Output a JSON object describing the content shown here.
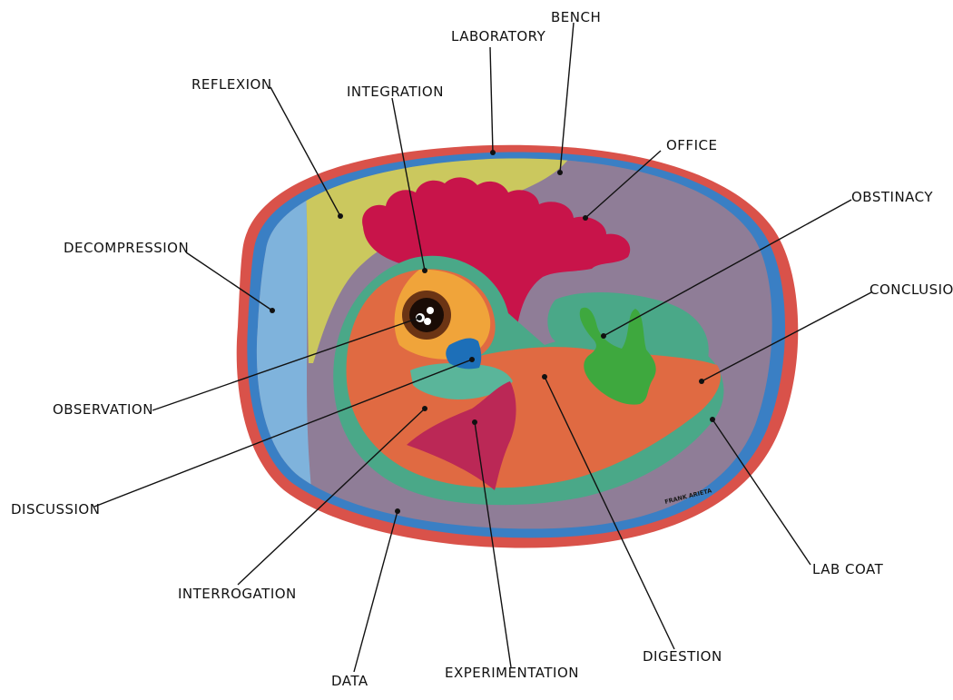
{
  "labels": {
    "laboratory": "LABORATORY",
    "bench": "BENCH",
    "reflexion": "REFLEXION",
    "integration": "INTEGRATION",
    "office": "OFFICE",
    "obstinacy": "OBSTINACY",
    "decompression": "DECOMPRESSION",
    "conclusion": "CONCLUSION",
    "observation": "OBSERVATION",
    "discussion": "DISCUSSION",
    "lab_coat": "LAB COAT",
    "interrogation": "INTERROGATION",
    "data": "DATA",
    "experimentation": "EXPERIMENTATION",
    "digestion": "DIGESTION"
  },
  "signature": "FRANK ARIETA",
  "colors": {
    "shell_outer": "#d9524a",
    "shell_membrane": "#3a7fc4",
    "air_cell": "#7fb3dc",
    "albumen": "#8f7d97",
    "yellow_zone": "#cbc85e",
    "comb": "#c8144a",
    "chick_body": "#e06a42",
    "head": "#f0a43a",
    "beak": "#1d6fb8",
    "wing": "#bb2856",
    "foot": "#3ea83e",
    "green_sac": "#4aa888"
  }
}
